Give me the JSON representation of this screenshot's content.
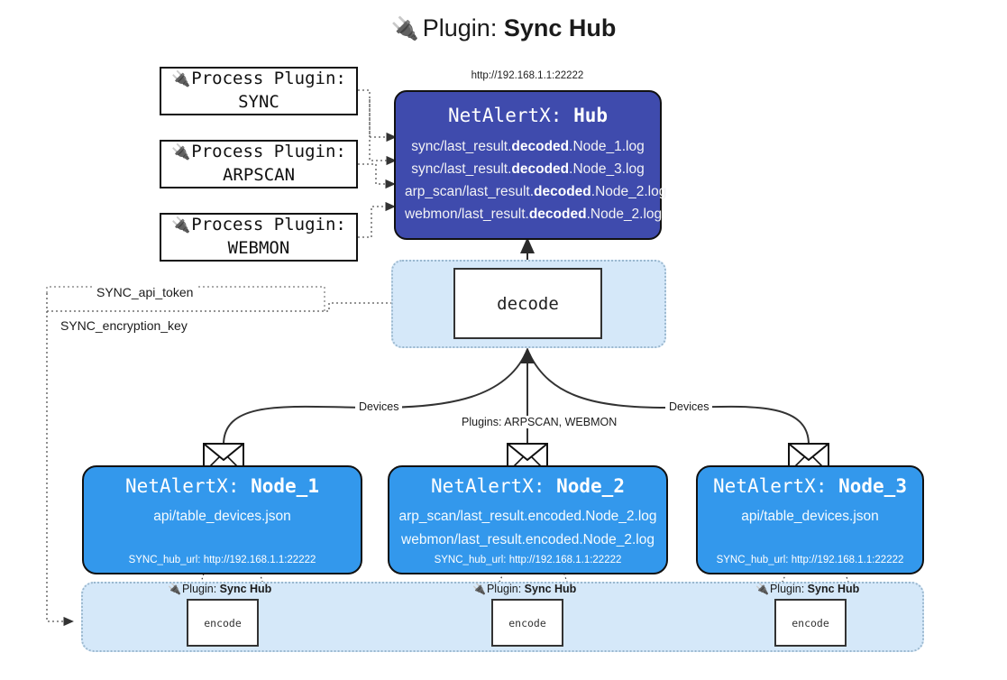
{
  "title": {
    "icon": "plug-icon",
    "prefix": "Plugin: ",
    "name": "Sync Hub",
    "plug_glyph": "🔌"
  },
  "process_plugins": [
    {
      "line1": "Process Plugin:",
      "line2": "SYNC",
      "icon": "plug-icon"
    },
    {
      "line1": "Process Plugin:",
      "line2": "ARPSCAN",
      "icon": "plug-icon"
    },
    {
      "line1": "Process Plugin:",
      "line2": "WEBMON",
      "icon": "plug-icon"
    }
  ],
  "hub": {
    "url": "http://192.168.1.1:22222",
    "title_prefix": "NetAlertX: ",
    "title_name": "Hub",
    "logs": [
      {
        "pre": "sync/last_result.",
        "mid": "decoded",
        "post": ".Node_1.log"
      },
      {
        "pre": "sync/last_result.",
        "mid": "decoded",
        "post": ".Node_3.log"
      },
      {
        "pre": "arp_scan/last_result.",
        "mid": "decoded",
        "post": ".Node_2.log"
      },
      {
        "pre": "webmon/last_result.",
        "mid": "decoded",
        "post": ".Node_2.log"
      }
    ],
    "color": "#3f4bad"
  },
  "decode": {
    "label": "decode"
  },
  "secrets": {
    "api_token": "SYNC_api_token",
    "encryption_key": "SYNC_encryption_key"
  },
  "edge_labels": {
    "devices_left": "Devices",
    "devices_right": "Devices",
    "plugins_center": "Plugins: ARPSCAN, WEBMON"
  },
  "nodes": [
    {
      "title_prefix": "NetAlertX: ",
      "title_name": "Node_1",
      "lines": [
        "api/table_devices.json"
      ],
      "hub_url_label": "SYNC_hub_url: http://192.168.1.1:22222",
      "mail_icon": "envelope-icon",
      "color": "#3398ec"
    },
    {
      "title_prefix": "NetAlertX: ",
      "title_name": "Node_2",
      "lines": [
        "arp_scan/last_result.encoded.Node_2.log",
        "webmon/last_result.encoded.Node_2.log"
      ],
      "hub_url_label": "SYNC_hub_url: http://192.168.1.1:22222",
      "mail_icon": "envelope-icon",
      "color": "#3398ec"
    },
    {
      "title_prefix": "NetAlertX: ",
      "title_name": "Node_3",
      "lines": [
        "api/table_devices.json"
      ],
      "hub_url_label": "SYNC_hub_url: http://192.168.1.1:22222",
      "mail_icon": "envelope-icon",
      "color": "#3398ec"
    }
  ],
  "encoders": [
    {
      "plug_prefix": "Plugin: ",
      "plug_name": "Sync Hub",
      "label": "encode",
      "icon": "plug-icon"
    },
    {
      "plug_prefix": "Plugin: ",
      "plug_name": "Sync Hub",
      "label": "encode",
      "icon": "plug-icon"
    },
    {
      "plug_prefix": "Plugin: ",
      "plug_name": "Sync Hub",
      "label": "encode",
      "icon": "plug-icon"
    }
  ],
  "colors": {
    "hub": "#3f4bad",
    "node": "#3398ec",
    "light_panel": "#d5e8f9",
    "panel_border": "#9bb8cf",
    "line": "#333333"
  }
}
